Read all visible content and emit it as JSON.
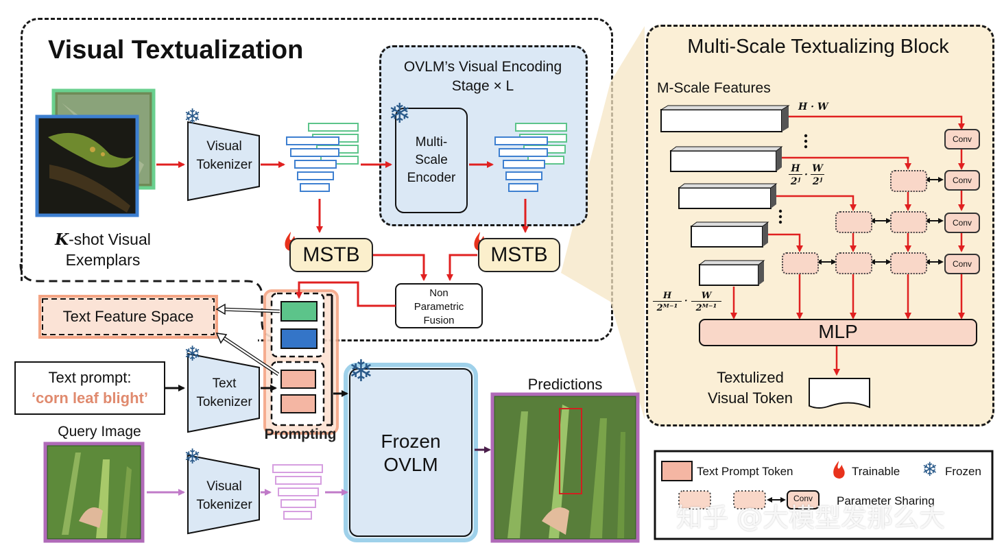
{
  "visual_textualization": {
    "title": "Visual Textualization",
    "ovlm_stage_line1": "OVLM’s Visual Encoding",
    "ovlm_stage_line2": "Stage × L",
    "multiscale_encoder": [
      "Multi-",
      "Scale",
      "Encoder"
    ],
    "visual_tokenizer": [
      "Visual",
      "Tokenizer"
    ],
    "kshot_line1_var": "K",
    "kshot_line1": "-shot Visual",
    "kshot_line2": "Exemplars",
    "mstb": "MSTB",
    "fusion": [
      "Non",
      "Parametric",
      "Fusion"
    ]
  },
  "text_feature_space": "Text Feature Space",
  "text_prompt": {
    "label": "Text prompt:",
    "value": "‘corn leaf blight’"
  },
  "text_tokenizer": [
    "Text",
    "Tokenizer"
  ],
  "prompting": "Prompting",
  "query_image": "Query Image",
  "query_tokenizer": [
    "Visual",
    "Tokenizer"
  ],
  "frozen_ovlm": [
    "Frozen",
    "OVLM"
  ],
  "predictions": "Predictions",
  "mstb_block": {
    "title": "Multi-Scale Textualizing Block",
    "features": "M-Scale Features",
    "hw": "H · W",
    "frac_top_num1": "H",
    "frac_top_den1": "2ʲ",
    "frac_top_num2": "W",
    "frac_top_den2": "2ʲ",
    "frac_bot_num1": "H",
    "frac_bot_den1": "2ᴹ⁻¹",
    "frac_bot_num2": "W",
    "frac_bot_den2": "2ᴹ⁻¹",
    "conv": "Conv",
    "mlp": "MLP",
    "token_line1": "Textulized",
    "token_line2": "Visual Token"
  },
  "legend": {
    "text_prompt_token": "Text Prompt Token",
    "trainable": "Trainable",
    "frozen": "Frozen",
    "conv": "Conv",
    "parameter_sharing": "Parameter Sharing"
  },
  "watermark": "知乎 @大模型发那么大",
  "colors": {
    "arrow_red": "#e02020",
    "blue_fill": "#dbe8f5",
    "panel_orange": "#fbefd6",
    "token_pink": "#f4b6a3",
    "token_green": "#5cc48a",
    "token_blue": "#3475c8",
    "purple": "#b06ab8"
  }
}
